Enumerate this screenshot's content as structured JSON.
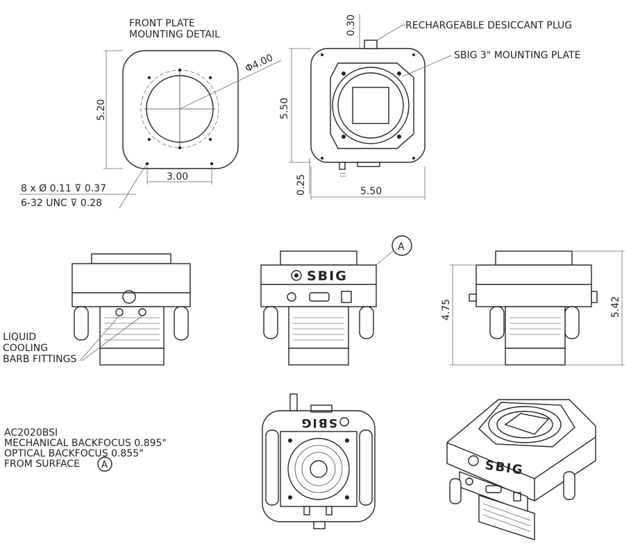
{
  "front_plate": {
    "title_line1": "FRONT PLATE",
    "title_line2": "MOUNTING DETAIL",
    "diameter_label": "Φ4.00",
    "height_label": "5.20",
    "hole_spacing_label": "3.00",
    "hole_note_line1": "8 x Ø 0.11 ⊽ 0.37",
    "hole_note_line2": "6-32 UNC  ⊽ 0.28"
  },
  "front_view": {
    "desiccant_label": "RECHARGEABLE DESICCANT PLUG",
    "mounting_plate_label": "SBIG 3\" MOUNTING PLATE",
    "top_offset_label": "0.30",
    "height_label": "5.50",
    "bottom_offset_label": "0.25",
    "width_label": "5.50"
  },
  "side_views": {
    "cooling_line1": "LIQUID",
    "cooling_line2": "COOLING",
    "cooling_line3": "BARB FITTINGS",
    "brand": "SBIG",
    "surface_marker": "A",
    "height_body_label": "4.75",
    "height_total_label": "5.42"
  },
  "notes": {
    "model": "AC2020BSI",
    "mech_backfocus": "MECHANICAL BACKFOCUS 0.895\"",
    "opt_backfocus": "OPTICAL BACKFOCUS 0.855\"",
    "from_surface": "FROM SURFACE",
    "surface_marker": "A"
  },
  "back_view": {
    "brand_mirrored": "SBIG"
  },
  "iso_view": {
    "brand": "SBIG"
  }
}
